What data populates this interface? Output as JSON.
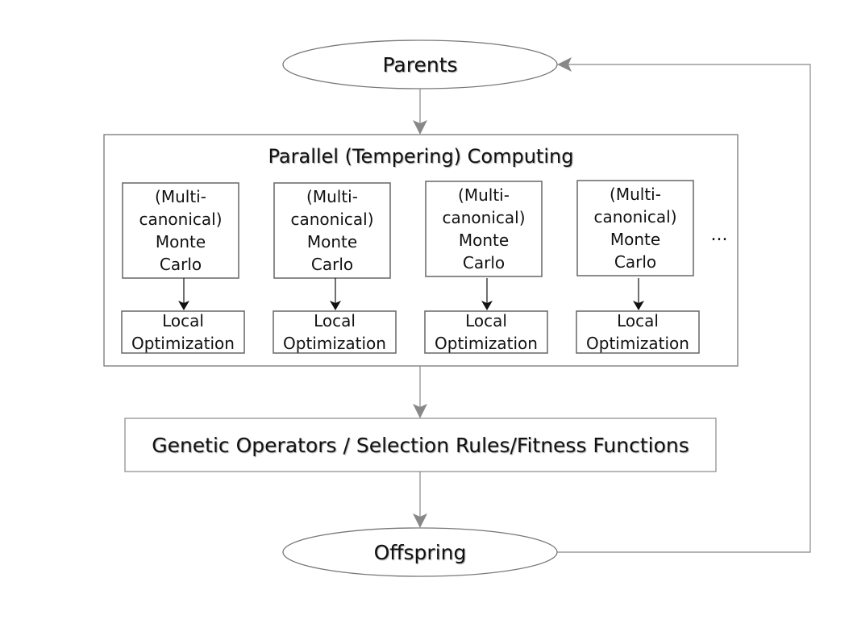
{
  "nodes": {
    "parents": "Parents",
    "parallel_title": "Parallel (Tempering) Computing",
    "genetic": "Genetic Operators / Selection Rules/Fitness Functions",
    "offspring": "Offspring",
    "ellipsis": "..."
  },
  "workers": [
    {
      "mc_lines": [
        "(Multi-",
        "canonical)",
        "Monte",
        "Carlo"
      ],
      "opt_lines": [
        "Local",
        "Optimization"
      ]
    },
    {
      "mc_lines": [
        "(Multi-",
        "canonical)",
        "Monte",
        "Carlo"
      ],
      "opt_lines": [
        "Local",
        "Optimization"
      ]
    },
    {
      "mc_lines": [
        "(Multi-",
        "canonical)",
        "Monte",
        "Carlo"
      ],
      "opt_lines": [
        "Local",
        "Optimization"
      ]
    },
    {
      "mc_lines": [
        "(Multi-",
        "canonical)",
        "Monte",
        "Carlo"
      ],
      "opt_lines": [
        "Local",
        "Optimization"
      ]
    }
  ],
  "colors": {
    "stroke": "#777777",
    "inner_stroke": "#666666",
    "arrow_dark": "#111111"
  }
}
